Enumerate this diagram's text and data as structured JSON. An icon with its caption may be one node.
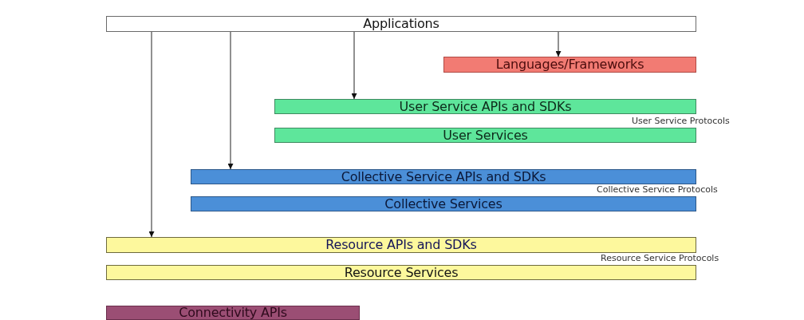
{
  "diagram": {
    "nodes": [
      {
        "text": [
          "Applications"
        ]
      },
      {
        "text": [
          "Languages/Frameworks"
        ]
      },
      {
        "text": [
          "User Service APIs and SDKs"
        ]
      },
      {
        "text": [
          "User Services"
        ]
      },
      {
        "text": [
          "Collective Service APIs and SDKs"
        ]
      },
      {
        "text": [
          "Collective Services"
        ]
      },
      {
        "text": [
          "Resource APIs and SDKs"
        ]
      },
      {
        "text": [
          "Resource Services"
        ]
      },
      {
        "text": [
          "Connectivity APIs"
        ]
      }
    ],
    "edges": [
      {
        "from": 0,
        "to": 1,
        "arrow": "to"
      },
      {
        "from": 0,
        "to": 2,
        "arrow": "to"
      },
      {
        "from": 0,
        "to": 4,
        "arrow": "to"
      },
      {
        "from": 0,
        "to": 6,
        "arrow": "to"
      }
    ],
    "labels": [
      "User Service Protocols",
      "Collective Service Protocols",
      "Resource Service Protocols"
    ]
  }
}
